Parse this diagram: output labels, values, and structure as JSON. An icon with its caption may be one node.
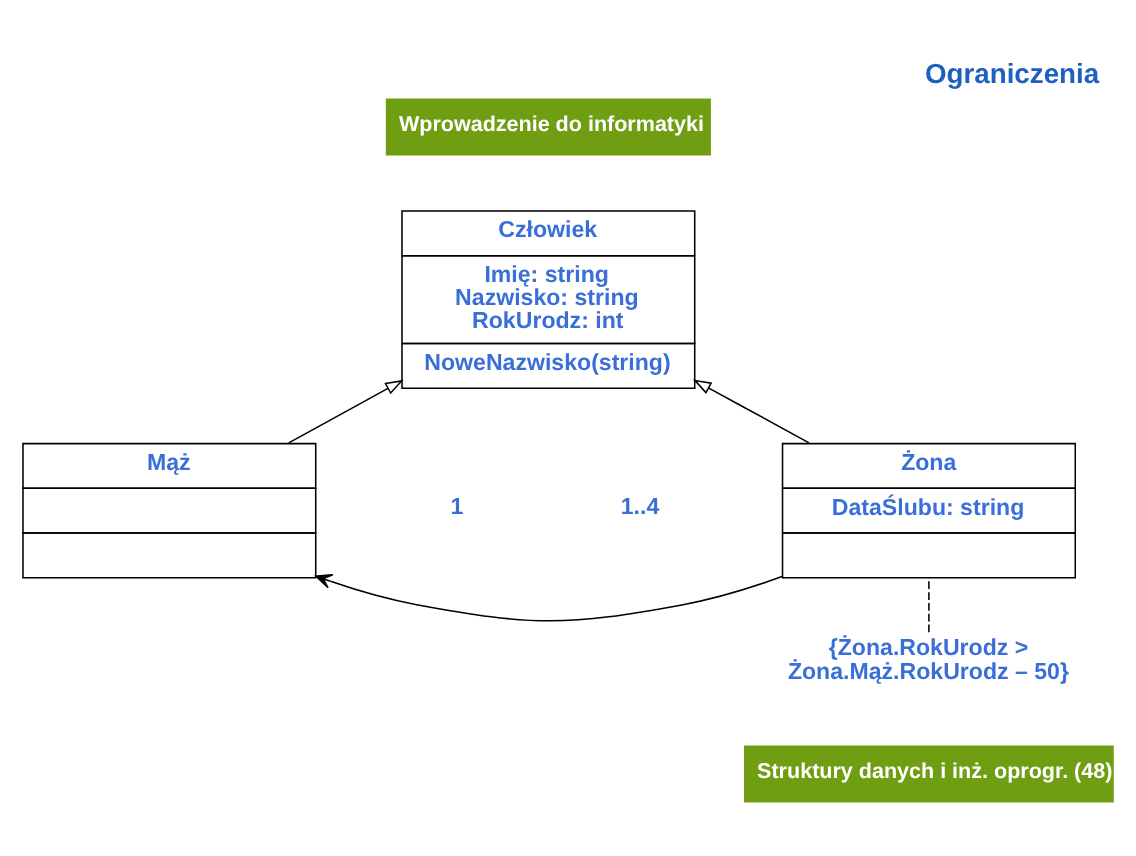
{
  "diagram": {
    "title": "Ograniczenia",
    "nodes": [
      {
        "text": [
          "Człowiek",
          "Imię: string",
          "Nazwisko: string",
          "RokUrodz: int",
          "NoweNazwisko(string)"
        ]
      },
      {
        "text": [
          "Mąż"
        ]
      },
      {
        "text": [
          "Żona",
          "DataŚlubu: string"
        ]
      },
      {
        "text": [
          "{Żona.RokUrodz > Żona.Mąż.RokUrodz – 50}"
        ]
      }
    ],
    "edges": [
      {
        "from": 1,
        "to": 0,
        "arrow": "to"
      },
      {
        "from": 2,
        "to": 0,
        "arrow": "to"
      },
      {
        "from": 2,
        "to": 1,
        "arrow": "to"
      },
      {
        "from": 3,
        "to": 2,
        "arrow": "none",
        "style": "dashed"
      }
    ],
    "labels": [
      "Wprowadzenie do informatyki",
      "1",
      "1..4",
      "Struktury danych i inż. oprogr. (48)"
    ]
  }
}
